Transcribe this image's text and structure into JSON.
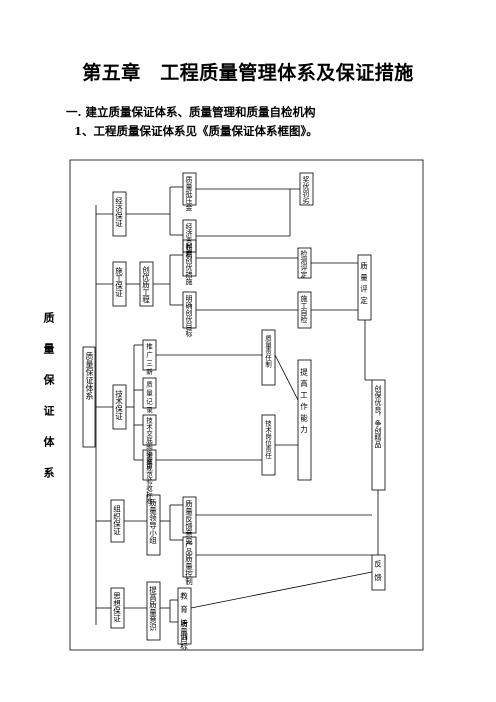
{
  "document": {
    "title": "第五章　工程质量管理体系及保证措施",
    "section_heading": "一. 建立质量保证体系、质量管理和质量自检机构",
    "subsection_heading": "1、工程质量保证体系见《质量保证体系框图》。"
  },
  "diagram": {
    "outer_label": "质量保证体系",
    "root": "质量保证体系",
    "branches": {
      "ideological": "思想保证",
      "organizational": "组织保证",
      "technical": "技术保证",
      "construction": "施工保证",
      "economic": "经济保证"
    },
    "subs": {
      "raise_awareness": "提高质量意识",
      "quality_leader": "质量领导小组",
      "excellent_project": "创优质工程"
    },
    "leaves": {
      "education": "教育培训",
      "quality_goal": "质量目标",
      "feedback": "质量反馈意见",
      "product_control": "产品质量控制",
      "master_standards": "掌握规范验收标准",
      "tech_briefing": "技术交底图纸会审",
      "quality_record": "质量记录",
      "new_promotion": "推广三新",
      "clear_goal": "明确创优目标",
      "formulate_measures": "制定创优措施",
      "responsibility": "经济责任制",
      "deposit": "质量抵压金",
      "self_check": "施工自检",
      "evaluation": "检测评定",
      "reward_penalty": "奖优罚劣"
    },
    "mid": {
      "tech_resp": "技术岗位责任",
      "quality_resp": "质量责任制",
      "improve_ability": "提高工作能力"
    },
    "right": {
      "quality_eval": "质量评定",
      "excellence": "创保优良，争创精品",
      "feedback_bottom": "反馈"
    }
  }
}
